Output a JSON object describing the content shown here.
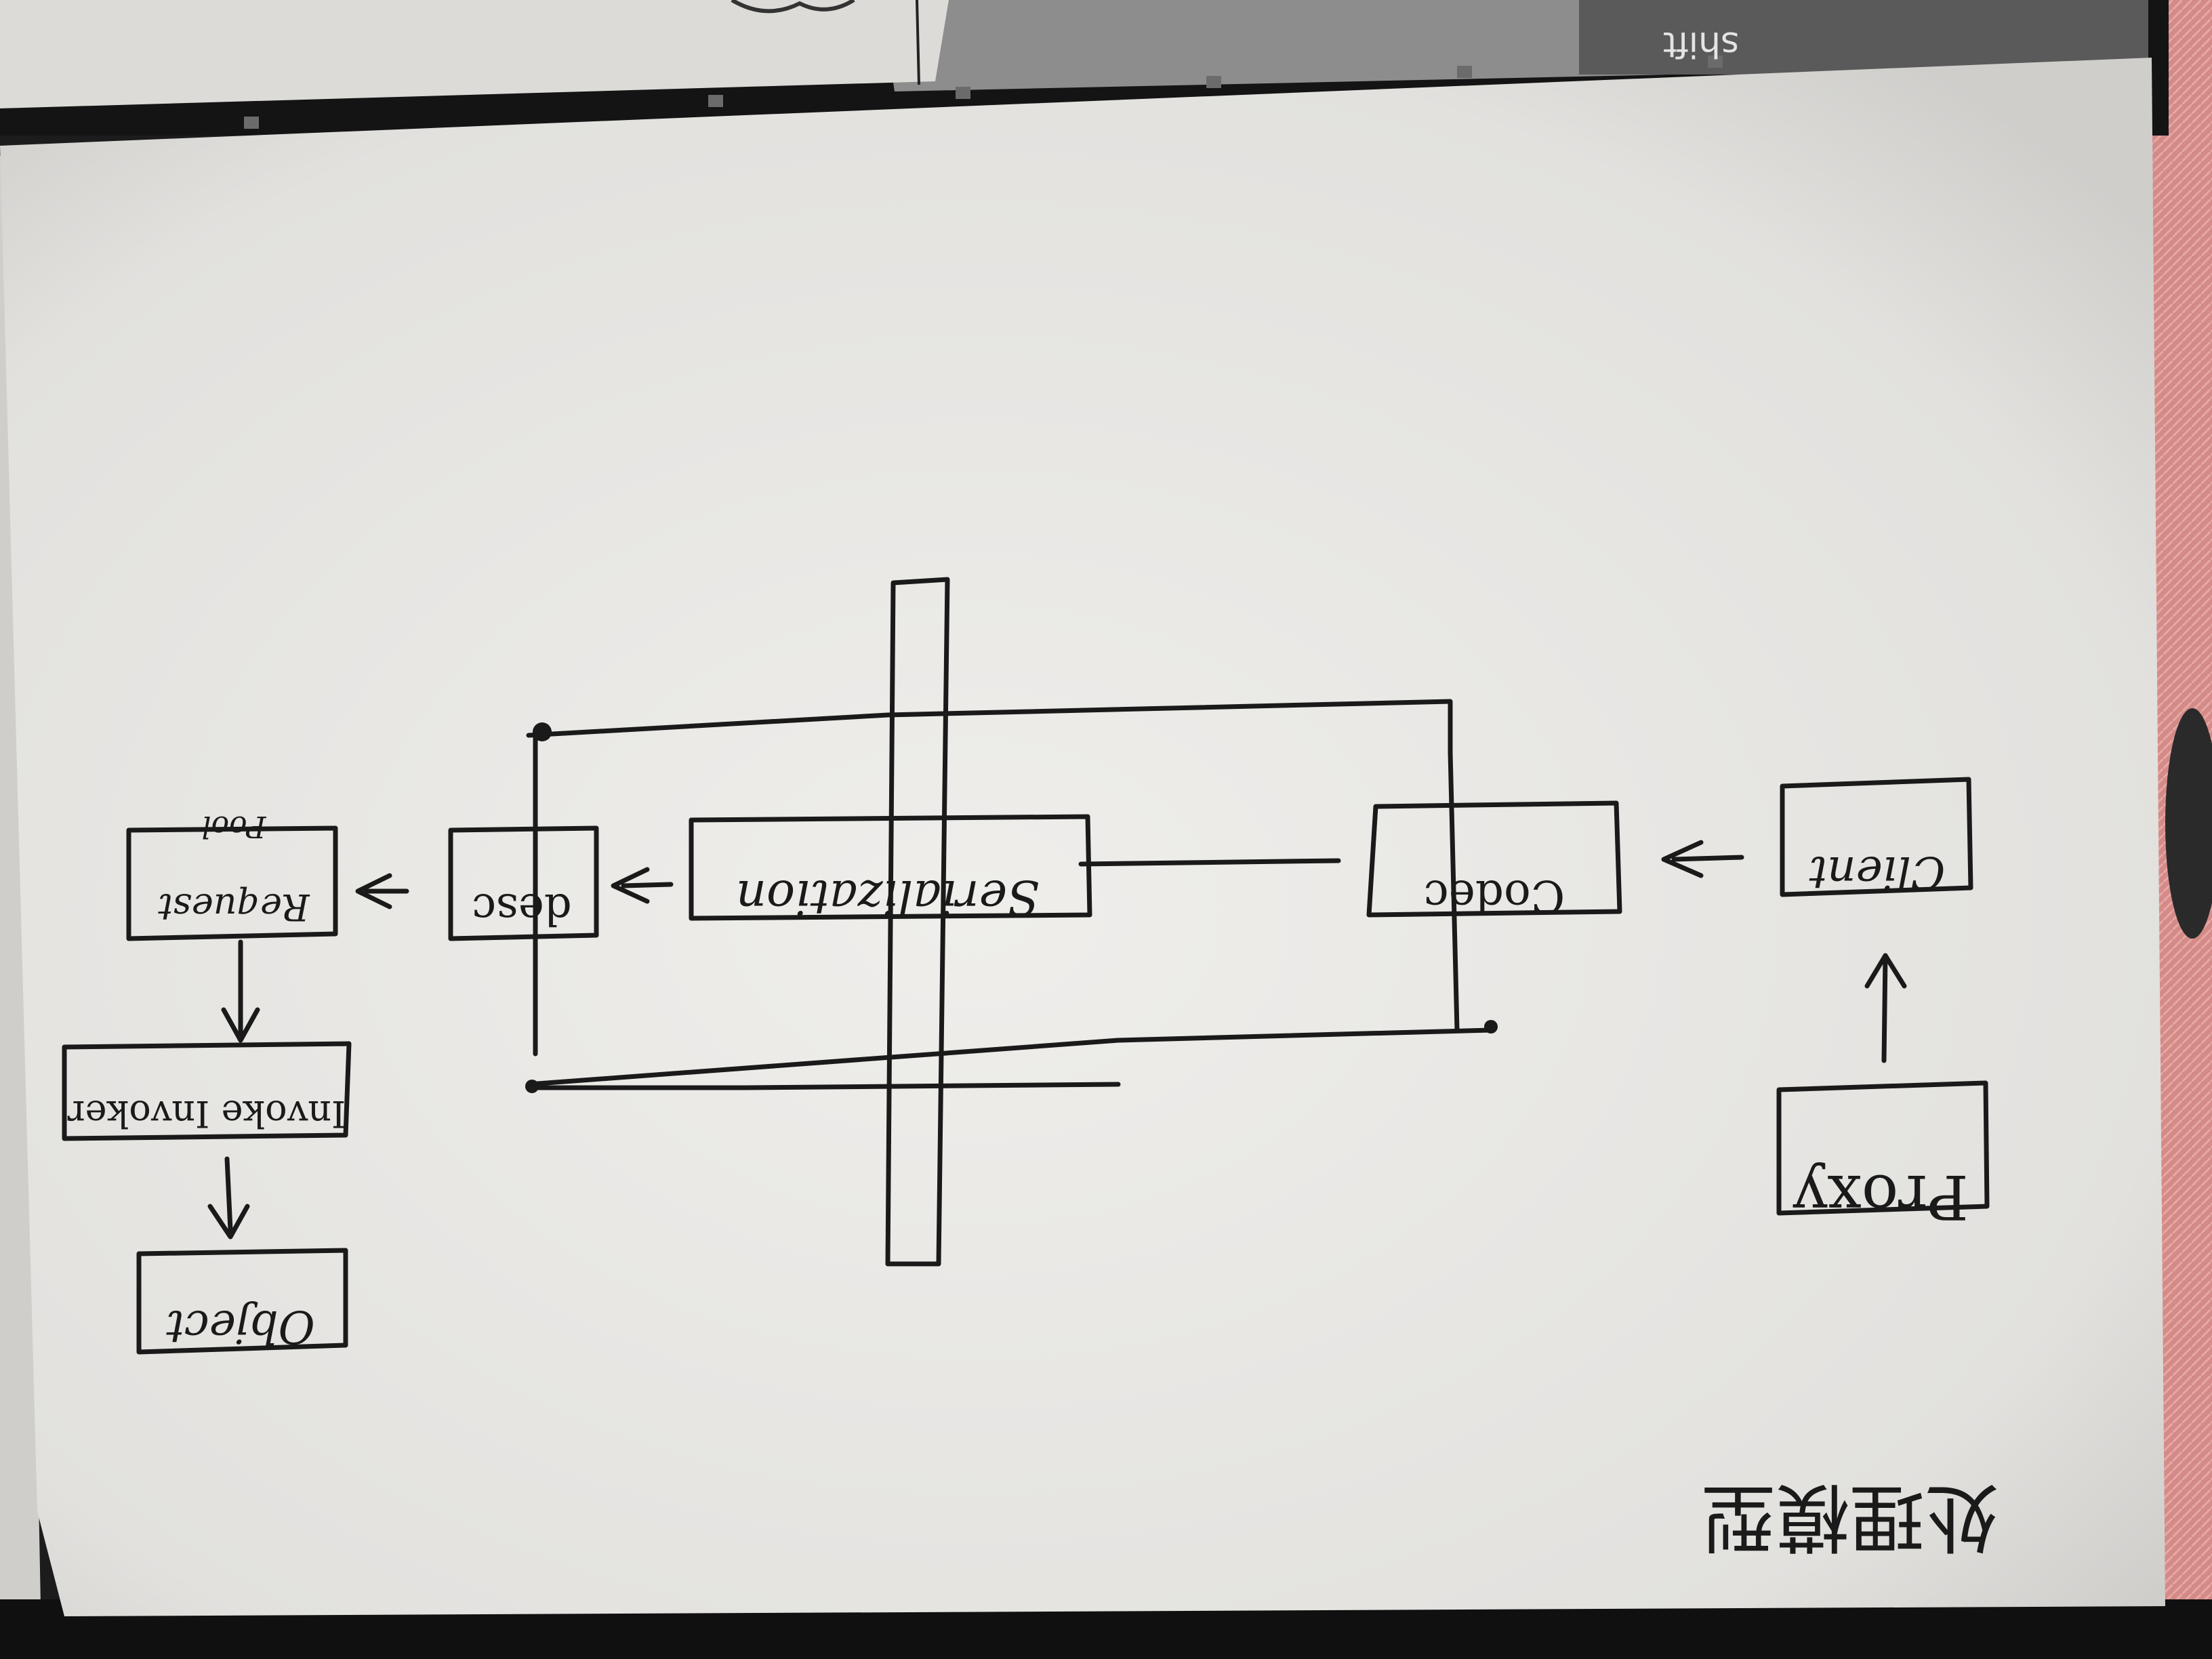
{
  "background": {
    "paper_color": "#e8e7e4",
    "ink_color": "#1a1a1a",
    "cloth_color": "#d98d8a",
    "keyboard_color": "#0d0d0d"
  },
  "keyboard": {
    "key_label": "shift"
  },
  "diagram": {
    "title": "处理模型",
    "nodes": {
      "proxy": "Proxy",
      "client": "Client",
      "codec": "Codec",
      "serialization": "Serialization",
      "desc": "desc",
      "request": "Request",
      "request_note": "Pool",
      "invoker": "Invoke Invoker",
      "object": "Object"
    }
  }
}
